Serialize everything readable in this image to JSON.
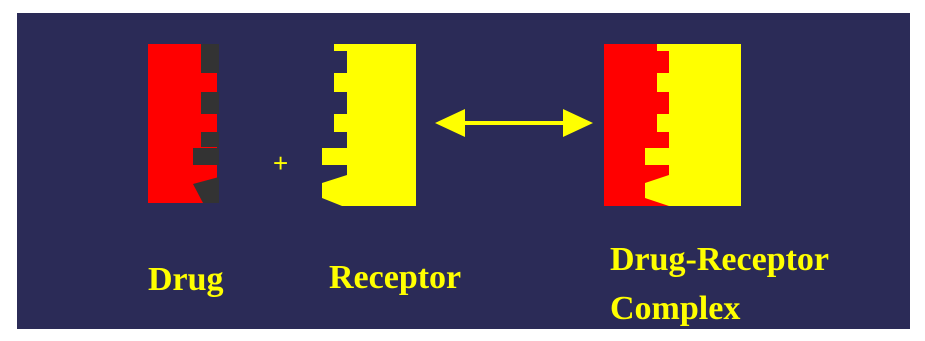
{
  "colors": {
    "background": "#2b2b57",
    "drug": "#ff0000",
    "receptor": "#ffff00",
    "socket": "#333333",
    "text": "#ffff00",
    "arrow": "#ffff00"
  },
  "labels": {
    "drug": "Drug",
    "receptor": "Receptor",
    "complex_line1": "Drug-Receptor",
    "complex_line2": "Complex",
    "plus": "+"
  },
  "icons": {
    "arrow": "double-headed-arrow-icon"
  }
}
